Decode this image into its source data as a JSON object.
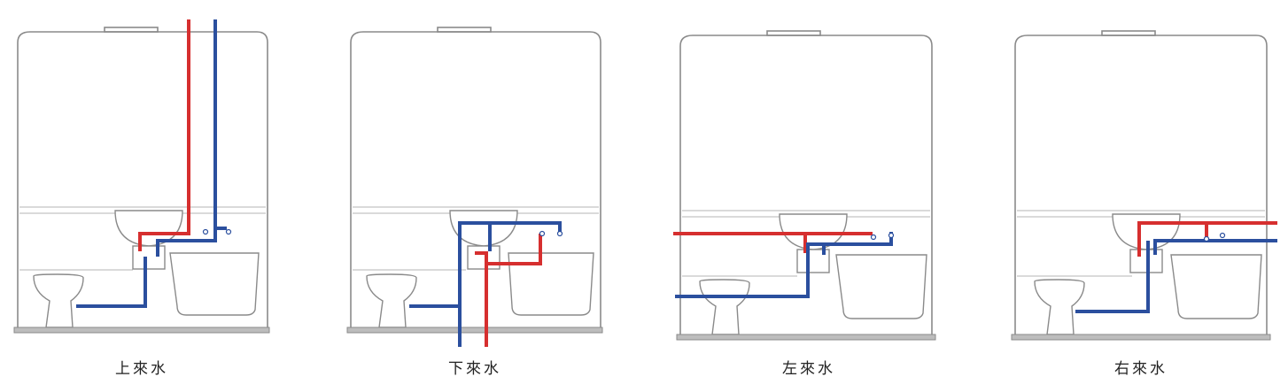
{
  "diagrams": [
    {
      "caption": "上來水"
    },
    {
      "caption": "下來水"
    },
    {
      "caption": "左來水"
    },
    {
      "caption": "右來水"
    }
  ],
  "colors": {
    "hot_pipe": "#d62f2f",
    "cold_pipe": "#2b4f9e",
    "outline": "#8a8a8a",
    "floor": "#bdbdbd"
  }
}
